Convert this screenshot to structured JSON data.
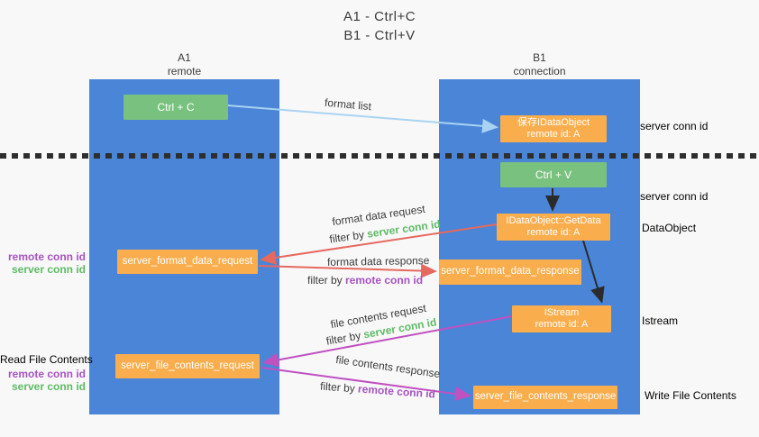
{
  "title": {
    "line1": "A1 - Ctrl+C",
    "line2": "B1 - Ctrl+V"
  },
  "columns": {
    "left": {
      "id": "A1",
      "role": "remote"
    },
    "right": {
      "id": "B1",
      "role": "connection"
    }
  },
  "boxes": {
    "ctrl_c": {
      "label": "Ctrl + C"
    },
    "save_idataobject": {
      "line1": "保存IDataObject",
      "line2": "remote id: A"
    },
    "ctrl_v": {
      "label": "Ctrl + V"
    },
    "getdata": {
      "line1": "IDataObject::GetData",
      "line2": "remote id: A"
    },
    "format_request": {
      "label": "server_format_data_request"
    },
    "format_response": {
      "label": "server_format_data_response"
    },
    "istream": {
      "line1": "IStream",
      "line2": "remote id: A"
    },
    "file_request": {
      "label": "server_file_contents_request"
    },
    "file_response": {
      "label": "server_file_contents_response"
    }
  },
  "arrow_labels": {
    "format_list": "format list",
    "format_data_request": "format data request",
    "format_data_response": "format data response",
    "file_contents_request": "file contents request",
    "file_contents_response": "file contents response",
    "filter_prefix": "filter by ",
    "server_conn_id": "server conn id",
    "remote_conn_id": "remote conn id"
  },
  "side_labels": {
    "remote_conn_id": "remote conn id",
    "server_conn_id": "server conn id",
    "read_file_contents": "Read File Contents",
    "write_file_contents": "Write File Contents",
    "dataobject": "DataObject",
    "istream": "Istream"
  },
  "colors": {
    "lane_blue": "#4a85d8",
    "box_green": "#79c17e",
    "box_orange": "#f9ad4c",
    "arrow_light_blue": "#a9d3f2",
    "arrow_black": "#2b2b2b",
    "arrow_salmon": "#e6695e",
    "arrow_magenta": "#c051c0",
    "text_green": "#5fba64",
    "text_purple": "#a653c0",
    "text_dark": "#3b3b3b",
    "background": "#f8f8f9"
  }
}
